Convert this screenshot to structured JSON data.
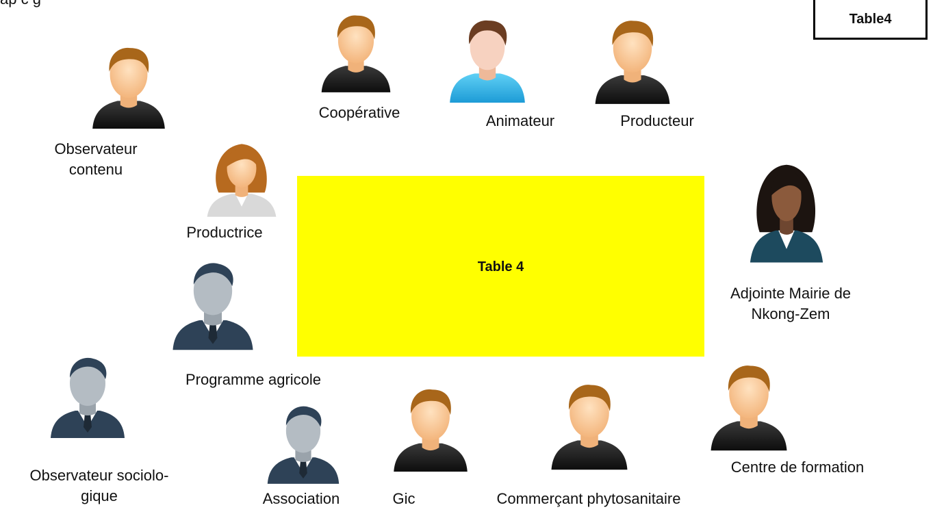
{
  "top_fragment": "ap  c  g  ",
  "corner_tag": "Table4",
  "table_label": "Table 4",
  "participants": {
    "observateur_contenu": [
      "Observateur",
      "contenu"
    ],
    "cooperative": "Coopérative",
    "animateur": "Animateur",
    "producteur": "Producteur",
    "productrice": "Productrice",
    "adjointe": [
      "Adjointe Mairie de",
      "Nkong-Zem"
    ],
    "programme": "Programme agricole",
    "observateur_socio": [
      "Observateur sociolo-",
      "gique"
    ],
    "association": "Association",
    "gic": "Gic",
    "commercant": "Commerçant phytosanitaire",
    "centre": "Centre de formation"
  },
  "colors": {
    "table_fill": "#ffff00",
    "skin": "#fcd2a4",
    "hair_brown": "#a8661a",
    "shirt_black": "#1f1f1f",
    "shirt_blue": "#3bb8e8",
    "suit_navy": "#2e4257",
    "silhouette_gray": "#b4bcc3"
  }
}
